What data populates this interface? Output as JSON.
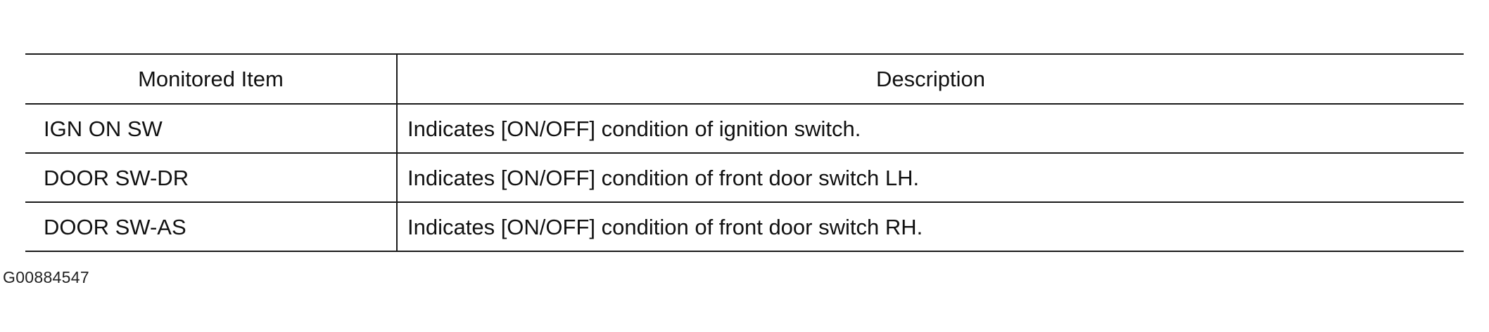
{
  "table": {
    "headers": [
      "Monitored Item",
      "Description"
    ],
    "rows": [
      {
        "item": "IGN ON SW",
        "description": "Indicates [ON/OFF] condition of ignition switch."
      },
      {
        "item": "DOOR SW-DR",
        "description": "Indicates [ON/OFF] condition of front door switch LH."
      },
      {
        "item": "DOOR SW-AS",
        "description": "Indicates [ON/OFF] condition of front door switch RH."
      }
    ]
  },
  "figure_id": "G00884547"
}
